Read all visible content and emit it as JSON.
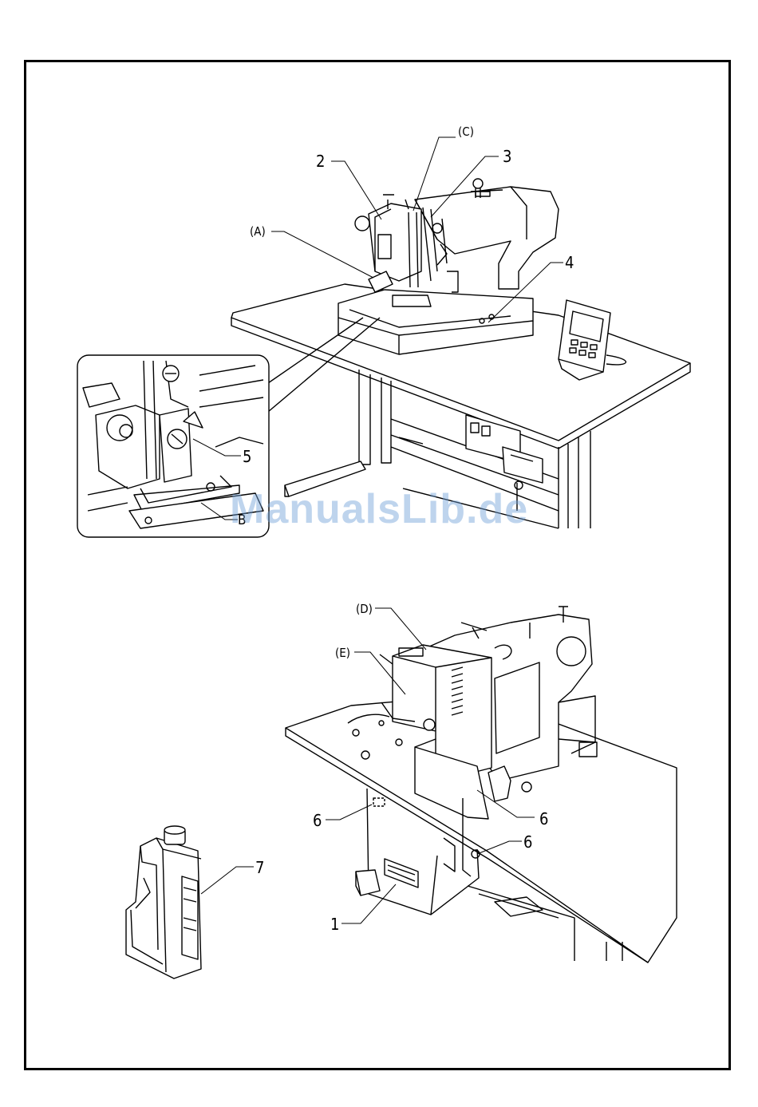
{
  "figure_top": {
    "labels": {
      "c": "(C)",
      "two": "2",
      "three": "3",
      "a": "(A)",
      "four": "4",
      "five": "5",
      "b": "B"
    }
  },
  "figure_bottom": {
    "labels": {
      "d": "(D)",
      "e": "(E)",
      "six_left": "6",
      "six_right_upper": "6",
      "six_right_lower": "6",
      "seven": "7",
      "one": "1"
    }
  },
  "watermark": "ManualsLib.de"
}
